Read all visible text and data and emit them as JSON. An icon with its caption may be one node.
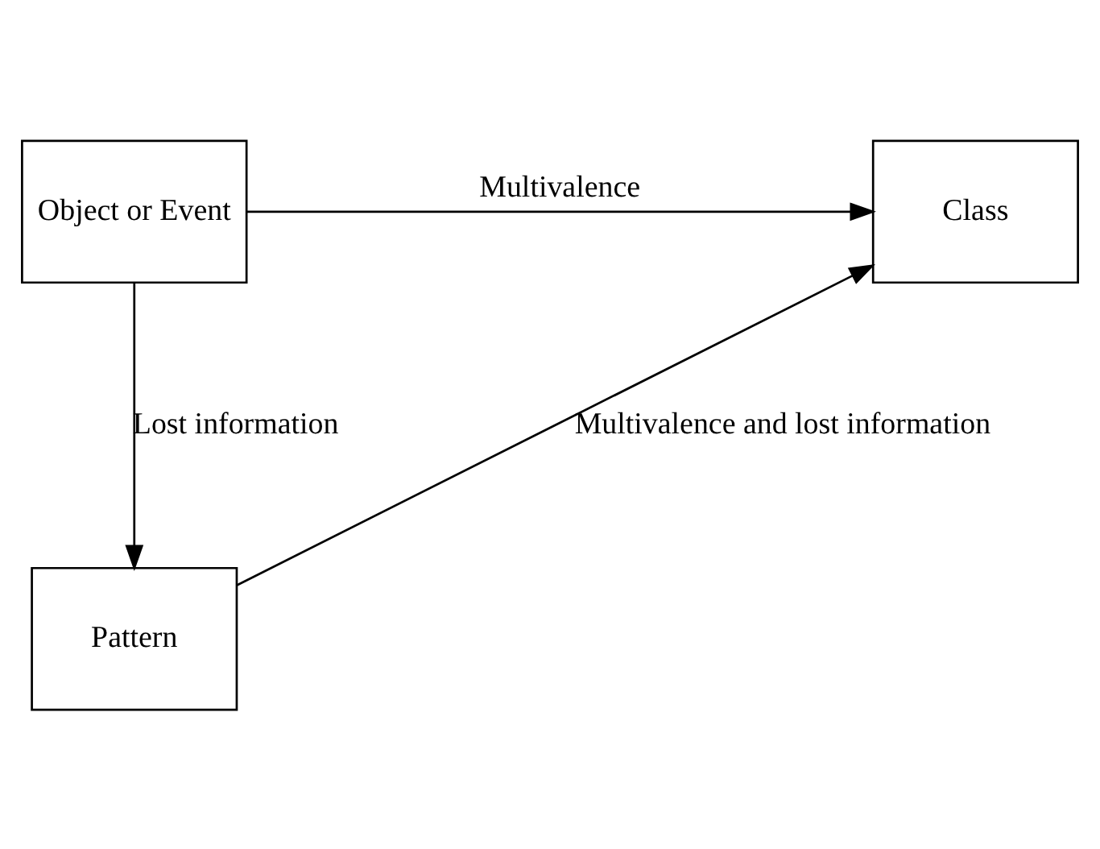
{
  "diagram": {
    "nodes": [
      {
        "text": [
          "Object or Event"
        ]
      },
      {
        "text": [
          "Class"
        ]
      },
      {
        "text": [
          "Pattern"
        ]
      }
    ],
    "edges": [
      {
        "from": 0,
        "to": 1,
        "arrow": "to",
        "label": "Multivalence"
      },
      {
        "from": 0,
        "to": 2,
        "arrow": "to",
        "label": "Lost information"
      },
      {
        "from": 2,
        "to": 1,
        "arrow": "to",
        "label": "Multivalence and lost information"
      }
    ]
  }
}
